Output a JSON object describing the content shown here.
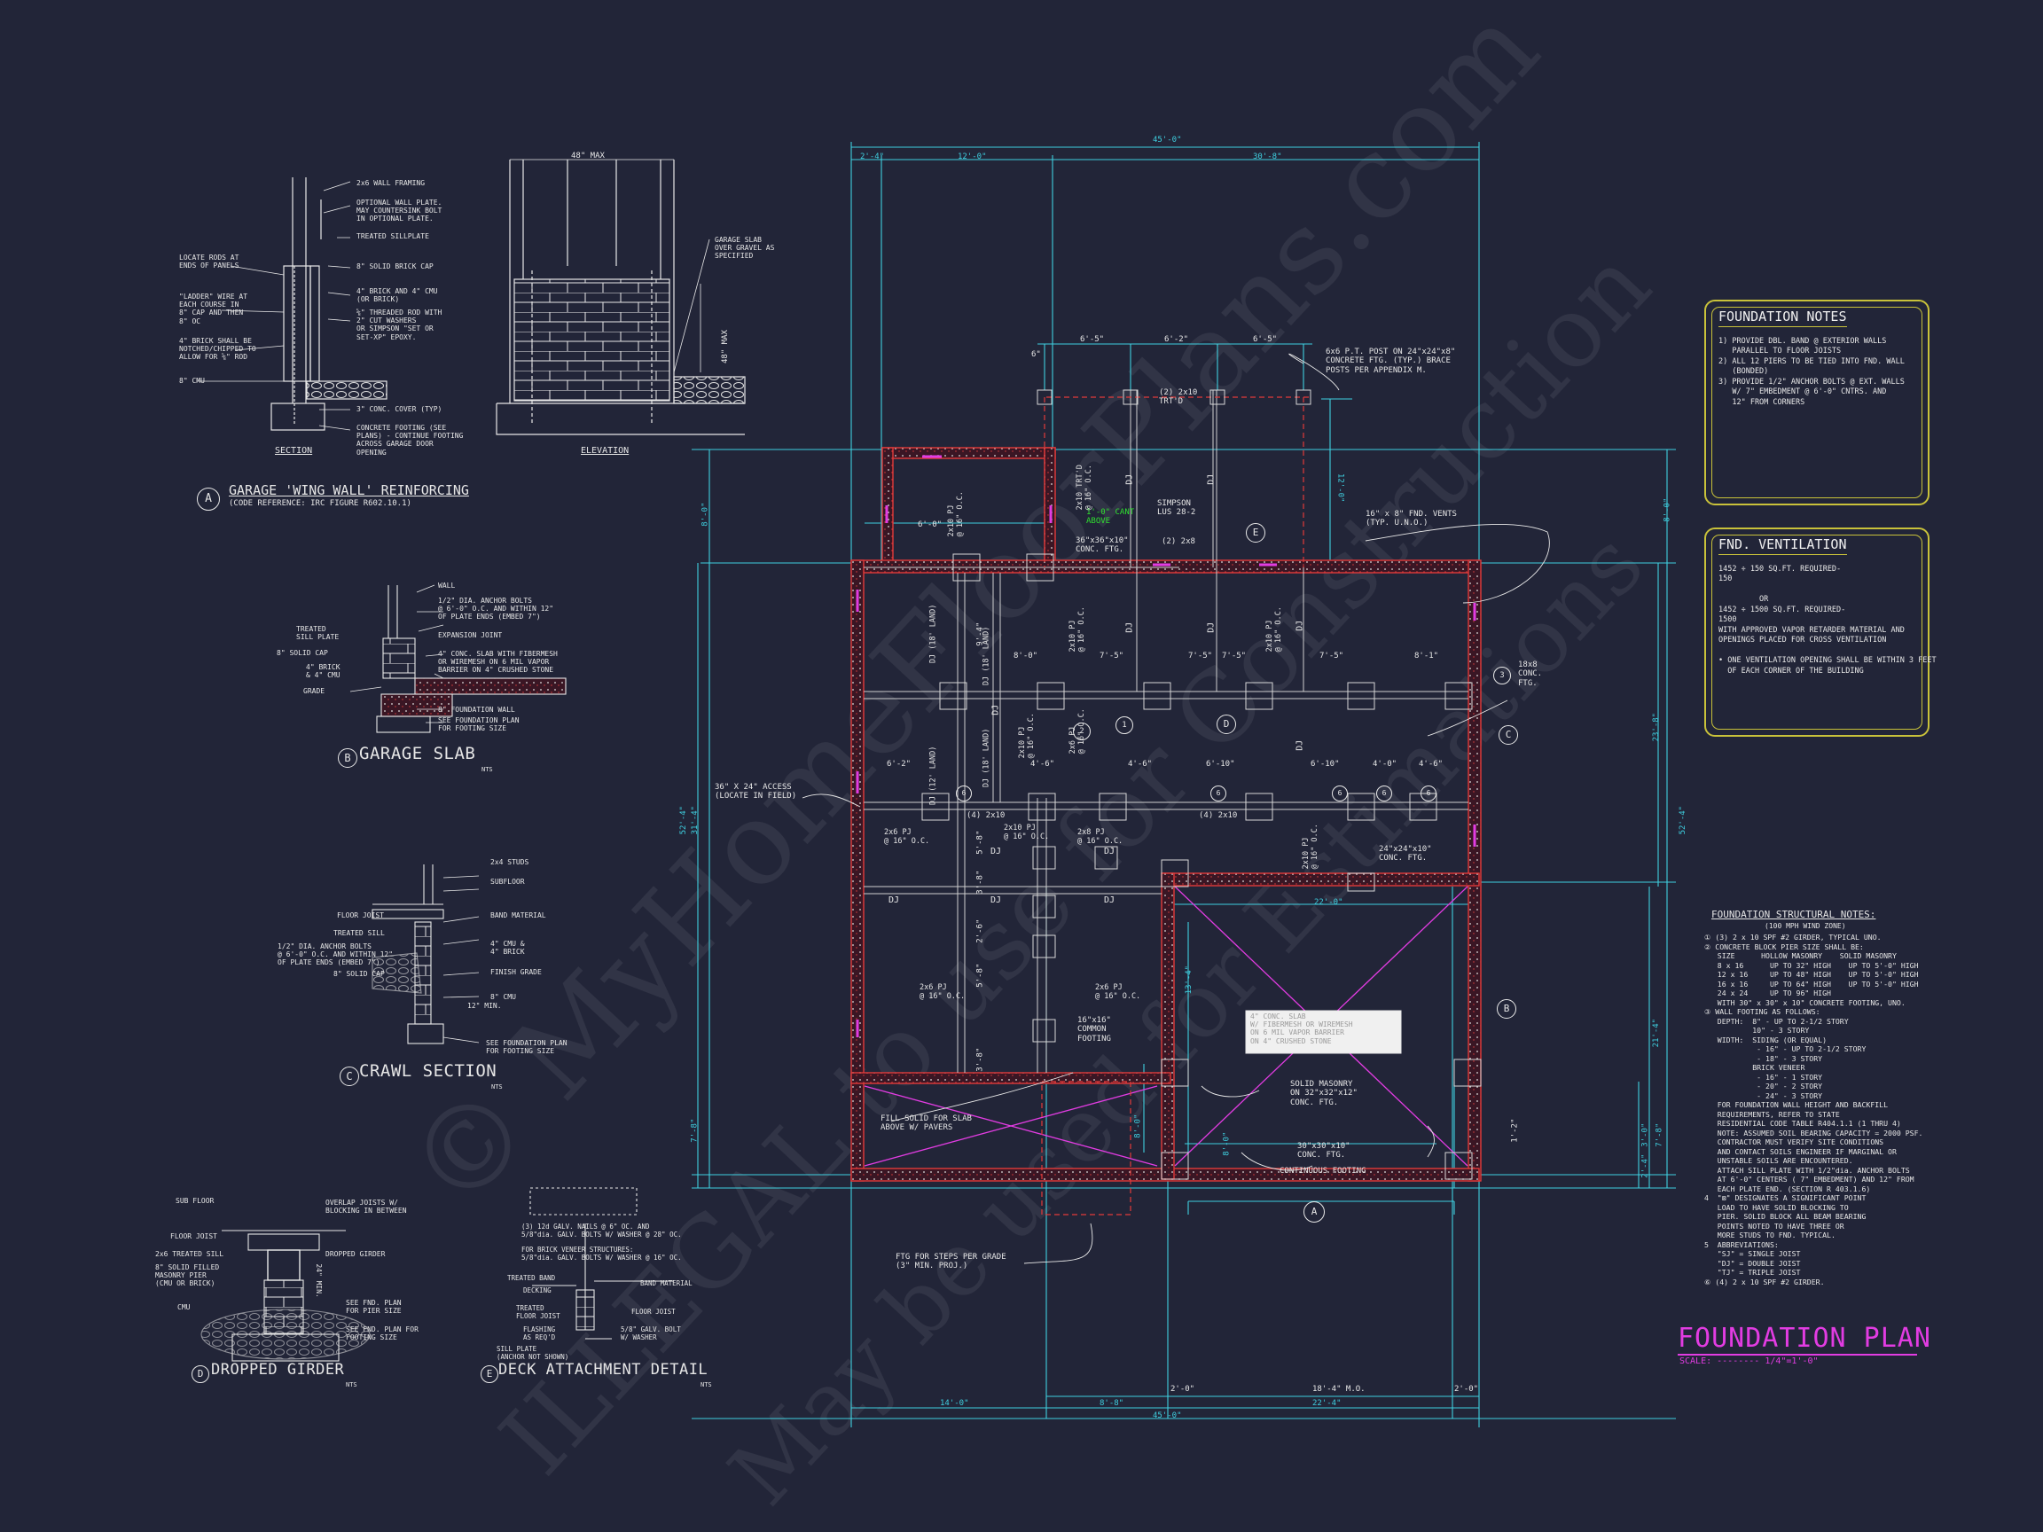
{
  "sheet_title": "FOUNDATION PLAN",
  "sheet_scale": "SCALE: -------- 1/4\"=1'-0\"",
  "watermark": [
    "© MyHomeFloorPlans.com",
    "ILLEGAL to use for Construction",
    "May be used for Estimations"
  ],
  "detail_a": {
    "marker": "A",
    "title": "GARAGE 'WING WALL' REINFORCING",
    "subtitle": "(CODE REFERENCE: IRC FIGURE R602.10.1)",
    "section_label": "SECTION",
    "elevation_label": "ELEVATION",
    "max_label": "48\" MAX",
    "max_label_v": "48\" MAX",
    "labels_left": [
      "LOCATE RODS AT\nENDS OF PANELS",
      "\"LADDER\" WIRE AT\nEACH COURSE IN\n8\" CAP AND THEN\n8\" OC",
      "4\" BRICK SHALL BE\nNOTCHED/CHIPPED TO\nALLOW FOR ⅝\" ROD",
      "8\" CMU"
    ],
    "labels_mid": [
      "2x6 WALL FRAMING",
      "OPTIONAL WALL PLATE.\nMAY COUNTERSINK BOLT\nIN OPTIONAL PLATE.",
      "TREATED SILLPLATE",
      "8\" SOLID BRICK CAP",
      "4\" BRICK AND 4\" CMU\n(OR BRICK)",
      "⅝\" THREADED ROD WITH\n2\" CUT WASHERS\nOR SIMPSON \"SET OR\nSET-XP\" EPOXY.",
      "3\" CONC. COVER (TYP)",
      "CONCRETE FOOTING (SEE\nPLANS) - CONTINUE FOOTING\nACROSS GARAGE DOOR\nOPENING"
    ],
    "labels_right": [
      "GARAGE SLAB\nOVER GRAVEL AS\nSPECIFIED"
    ]
  },
  "detail_b": {
    "marker": "B",
    "title": "GARAGE SLAB",
    "nts": "NTS",
    "labels": [
      "WALL",
      "1/2\" DIA. ANCHOR BOLTS\n@ 6'-0\" O.C. AND WITHIN 12\"\nOF PLATE ENDS (EMBED 7\")",
      "EXPANSION JOINT",
      "4\" CONC. SLAB WITH FIBERMESH\nOR WIREMESH ON 6 MIL VAPOR\nBARRIER ON 4\" CRUSHED STONE",
      "8\" FOUNDATION WALL",
      "SEE FOUNDATION PLAN\nFOR FOOTING SIZE"
    ],
    "labels_left": [
      "TREATED\nSILL PLATE",
      "8\" SOLID CAP",
      "4\" BRICK\n& 4\" CMU",
      "GRADE"
    ]
  },
  "detail_c": {
    "marker": "C",
    "title": "CRAWL SECTION",
    "nts": "NTS",
    "labels": [
      "2x4 STUDS",
      "SUBFLOOR",
      "BAND MATERIAL",
      "4\" CMU &\n4\" BRICK",
      "FINISH GRADE",
      "8\" CMU",
      "SEE FOUNDATION PLAN\nFOR FOOTING SIZE"
    ],
    "labels_left": [
      "FLOOR JOIST",
      "TREATED SILL",
      "1/2\" DIA. ANCHOR BOLTS\n@ 6'-0\" O.C. AND WITHIN 12\"\nOF PLATE ENDS (EMBED 7\")",
      "8\" SOLID CAP"
    ],
    "min_label": "12\" MIN."
  },
  "detail_d": {
    "marker": "D",
    "title": "DROPPED GIRDER",
    "nts": "NTS",
    "labels_left": [
      "SUB FLOOR",
      "FLOOR JOIST",
      "2x6 TREATED SILL",
      "8\" SOLID FILLED\nMASONRY PIER\n(CMU OR BRICK)",
      "CMU"
    ],
    "labels_right": [
      "OVERLAP JOISTS W/\nBLOCKING IN BETWEEN",
      "DROPPED GIRDER",
      "SEE FND. PLAN\nFOR PIER SIZE",
      "SEE FND. PLAN FOR\nFOOTING SIZE"
    ],
    "dim": "24\" MIN."
  },
  "detail_e": {
    "marker": "E",
    "title": "DECK ATTACHMENT DETAIL",
    "nts": "NTS",
    "notes": "(3) 12d GALV. NAILS @ 6\" OC. AND\n5/8\"dia. GALV. BOLTS W/ WASHER @ 28\" OC.\n\nFOR BRICK VENEER STRUCTURES:\n5/8\"dia. GALV. BOLTS W/ WASHER @ 16\" OC.",
    "labels_left": [
      "TREATED BAND",
      "DECKING",
      "TREATED\nFLOOR JOIST",
      "FLASHING\nAS REQ'D",
      "SILL PLATE\n(ANCHOR NOT SHOWN)"
    ],
    "labels_right": [
      "BAND MATERIAL",
      "FLOOR JOIST",
      "5/8\" GALV. BOLT\nW/ WASHER"
    ]
  },
  "foundation_notes": {
    "title": "FOUNDATION NOTES",
    "body": "1) PROVIDE DBL. BAND @ EXTERIOR WALLS\n   PARALLEL TO FLOOR JOISTS\n2) ALL 12 PIERS TO BE TIED INTO FND. WALL\n   (BONDED)\n3) PROVIDE 1/2\" ANCHOR BOLTS @ EXT. WALLS\n   W/ 7\" EMBEDMENT @ 6'-0\" CNTRS. AND\n   12\" FROM CORNERS"
  },
  "fnd_ventilation": {
    "title": "FND. VENTILATION",
    "body": "1452 ÷ 150 SQ.FT. REQUIRED-\n150\n\n         OR\n1452 ÷ 1500 SQ.FT. REQUIRED-\n1500\nWITH APPROVED VAPOR RETARDER MATERIAL AND\nOPENINGS PLACED FOR CROSS VENTILATION\n\n• ONE VENTILATION OPENING SHALL BE WITHIN 3 FEET\n  OF EACH CORNER OF THE BUILDING"
  },
  "structural_notes": {
    "title": "FOUNDATION STRUCTURAL NOTES:",
    "subtitle": "(100 MPH WIND ZONE)",
    "body": "① (3) 2 x 10 SPF #2 GIRDER, TYPICAL UNO.\n② CONCRETE BLOCK PIER SIZE SHALL BE:\n   SIZE      HOLLOW MASONRY    SOLID MASONRY\n   8 x 16      UP TO 32\" HIGH    UP TO 5'-0\" HIGH\n   12 x 16     UP TO 48\" HIGH    UP TO 5'-0\" HIGH\n   16 x 16     UP TO 64\" HIGH    UP TO 5'-0\" HIGH\n   24 x 24     UP TO 96\" HIGH\n   WITH 30\" x 30\" x 10\" CONCRETE FOOTING, UNO.\n③ WALL FOOTING AS FOLLOWS:\n   DEPTH:  8\" - UP TO 2-1/2 STORY\n           10\" - 3 STORY\n   WIDTH:  SIDING (OR EQUAL)\n            - 16\" - UP TO 2-1/2 STORY\n            - 18\" - 3 STORY\n           BRICK VENEER\n            - 16\" - 1 STORY\n            - 20\" - 2 STORY\n            - 24\" - 3 STORY\n   FOR FOUNDATION WALL HEIGHT AND BACKFILL\n   REQUIREMENTS, REFER TO STATE\n   RESIDENTIAL CODE TABLE R404.1.1 (1 THRU 4)\n   NOTE: ASSUMED SOIL BEARING CAPACITY = 2000 PSF.\n   CONTRACTOR MUST VERIFY SITE CONDITIONS\n   AND CONTACT SOILS ENGINEER IF MARGINAL OR\n   UNSTABLE SOILS ARE ENCOUNTERED.\n   ATTACH SILL PLATE WITH 1/2\"dia. ANCHOR BOLTS\n   AT 6'-0\" CENTERS ( 7\" EMBEDMENT) AND 12\" FROM\n   EACH PLATE END. (SECTION R 403.1.6)\n4  \"⊠\" DESIGNATES A SIGNIFICANT POINT\n   LOAD TO HAVE SOLID BLOCKING TO\n   PIER. SOLID BLOCK ALL BEAM BEARING\n   POINTS NOTED TO HAVE THREE OR\n   MORE STUDS TO FND. TYPICAL.\n5  ABBREVIATIONS:\n   \"SJ\" = SINGLE JOIST\n   \"DJ\" = DOUBLE JOIST\n   \"TJ\" = TRIPLE JOIST\n⑥ (4) 2 x 10 SPF #2 GIRDER."
  },
  "plan": {
    "dims_top": [
      "45'-0\"",
      "2'-4\"",
      "12'-0\"",
      "30'-8\"",
      "6'-5\"",
      "6'-2\"",
      "6'-5\"",
      "6\""
    ],
    "dims_bottom": [
      "2'-0\"",
      "18'-4\" M.O.",
      "2'-0\"",
      "22'-4\"",
      "14'-0\"",
      "8'-8\"",
      "45'-0\""
    ],
    "dims_left": [
      "8'-0\"",
      "31'-4\"",
      "52'-4\"",
      "7'-8\""
    ],
    "dims_right": [
      "8'-0\"",
      "23'-8\"",
      "52'-4\"",
      "21'-4\"",
      "1'-2\"",
      "7'-8\"",
      "3'-0\"",
      "2'-4\""
    ],
    "interior_dims": [
      "6'-0\"",
      "8'-0\"",
      "7'-5\"",
      "7'-5\"",
      "7'-5\"",
      "7'-5\"",
      "8'-1\"",
      "6'-2\"",
      "4'-6\"",
      "4'-6\"",
      "6'-10\"",
      "6'-10\"",
      "4'-0\"",
      "4'-6\"",
      "22'-0\"",
      "13'-4\"",
      "8'-0\"",
      "8'-0\"",
      "9'-4\"",
      "5'-8\"",
      "3'-8\"",
      "3'-8\"",
      "2'-6\"",
      "5'-8\"",
      "12'-0\""
    ],
    "annotations": {
      "post": "6x6 P.T. POST ON 24\"x24\"x8\"\nCONCRETE FTG. (TYP.) BRACE\nPOSTS PER APPENDIX M.",
      "trtd": "(2) 2x10\nTRT'D",
      "cant": "1'-0\" CANT\nABOVE",
      "simpson": "SIMPSON\nLUS 28-2",
      "x2": "(2) 2x8",
      "conc36": "36\"x36\"x10\"\nCONC. FTG.",
      "vents": "16\" x 8\" FND. VENTS\n(TYP. U.N.O.)",
      "conc18": "18x8\nCONC.\nFTG.",
      "access": "36\" X 24\" ACCESS\n(LOCATE IN FIELD)",
      "conc24": "24\"x24\"x10\"\nCONC. FTG.",
      "common": "16\"x16\"\nCOMMON\nFOOTING",
      "slab_fill": "FILL SOLID FOR SLAB\nABOVE W/ PAVERS",
      "steps": "FTG FOR STEPS PER GRADE\n(3\" MIN. PROJ.)",
      "solid": "SOLID MASONRY\nON 32\"x32\"x12\"\nCONC. FTG.",
      "conc30": "30\"x30\"x10\"\nCONC. FTG.",
      "continuous": "CONTINUOUS FOOTING",
      "slab_box": "4\" CONC. SLAB\nW/ FIBERMESH OR WIREMESH\nON 6 MIL VAPOR BARRIER\nON 4\" CRUSHED STONE",
      "joist_labels": [
        "2x10 PJ\n@ 16\" O.C.",
        "2x10 PJ\n@ 16\" O.C.",
        "2x10 PJ\n@ 16\" O.C.",
        "2x10 PJ\n@ 16\" O.C.",
        "2x10 PJ\n@ 16\" O.C.",
        "2x10 PJ\n@ 16\" O.C.",
        "2x10 TRT'D\n@ 16\" O.C.",
        "2x6 PJ\n@ 16\" O.C.",
        "2x8 PJ\n@ 16\" O.C.",
        "2x6 PJ\n@ 16\" O.C.",
        "2x6 PJ\n@ 16\" O.C.",
        "2x6 PJ\n@ 16\" O.C."
      ],
      "girders": [
        "(4) 2x10",
        "(4) 2x10"
      ],
      "dj": [
        "DJ",
        "DJ",
        "DJ",
        "DJ",
        "DJ",
        "DJ",
        "DJ",
        "DJ",
        "DJ",
        "DJ",
        "DJ",
        "DJ"
      ],
      "dj_vertical": [
        "DJ (18' LAND)",
        "DJ (18' LAND)",
        "DJ (12' LAND)",
        "DJ (18' LAND)"
      ]
    },
    "callouts": [
      "E",
      "D",
      "C",
      "B",
      "A",
      "1",
      "2",
      "3",
      "6",
      "6",
      "6",
      "6",
      "6"
    ]
  }
}
